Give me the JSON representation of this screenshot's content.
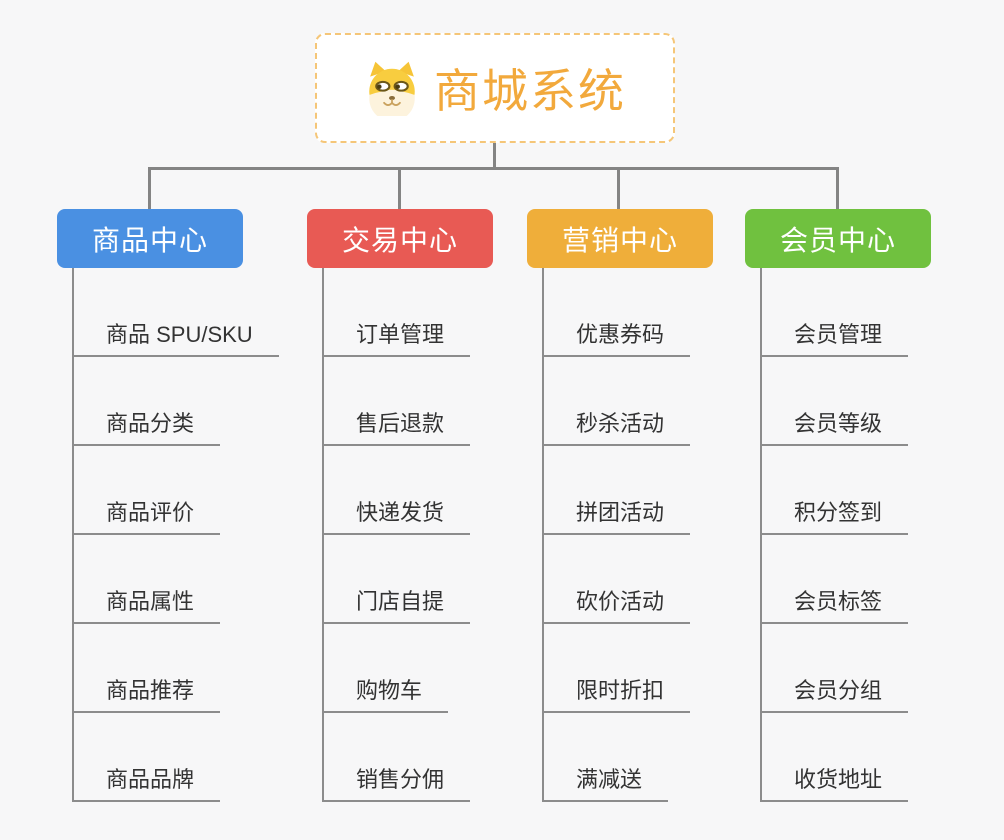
{
  "page": {
    "title": "商城系统",
    "background": "#f7f7f8",
    "line_color": "#848484"
  },
  "root": {
    "label": "商城系统",
    "icon": "dog-face-icon",
    "text_color": "#f2a93c",
    "border_color": "#f5c678",
    "fill": "#ffffff"
  },
  "branches": [
    {
      "label": "商品中心",
      "color": "#4a90e2",
      "children": [
        "商品 SPU/SKU",
        "商品分类",
        "商品评价",
        "商品属性",
        "商品推荐",
        "商品品牌"
      ]
    },
    {
      "label": "交易中心",
      "color": "#e85a54",
      "children": [
        "订单管理",
        "售后退款",
        "快递发货",
        "门店自提",
        "购物车",
        "销售分佣"
      ]
    },
    {
      "label": "营销中心",
      "color": "#efae3a",
      "children": [
        "优惠券码",
        "秒杀活动",
        "拼团活动",
        "砍价活动",
        "限时折扣",
        "满减送"
      ]
    },
    {
      "label": "会员中心",
      "color": "#70c13f",
      "children": [
        "会员管理",
        "会员等级",
        "积分签到",
        "会员标签",
        "会员分组",
        "收货地址"
      ]
    }
  ]
}
